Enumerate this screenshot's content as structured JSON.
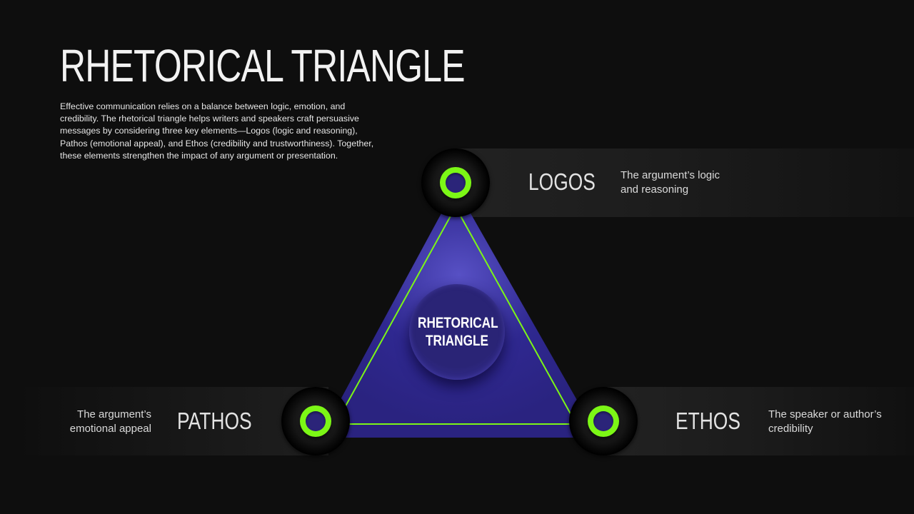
{
  "slide": {
    "title": "RHETORICAL TRIANGLE",
    "description": "Effective communication relies on a balance between logic, emotion, and credibility. The rhetorical triangle helps writers and speakers craft persuasive messages by considering three key elements—Logos (logic and reasoning), Pathos (emotional appeal), and Ethos (credibility and trustworthiness). Together, these elements strengthen the impact of any argument or presentation."
  },
  "diagram": {
    "center_label_line1": "RHETORICAL",
    "center_label_line2": "TRIANGLE",
    "nodes": [
      {
        "id": "logos",
        "label": "LOGOS",
        "line1": "The argument’s logic",
        "line2": "and reasoning"
      },
      {
        "id": "pathos",
        "label": "PATHOS",
        "line1": "The argument’s",
        "line2": "emotional appeal"
      },
      {
        "id": "ethos",
        "label": "ETHOS",
        "line1": "The speaker or author’s",
        "line2": "credibility"
      }
    ]
  },
  "colors": {
    "background": "#0e0e0e",
    "triangle": "#2e2688",
    "accent_green": "#7cf716",
    "text": "#f2f2f2"
  }
}
